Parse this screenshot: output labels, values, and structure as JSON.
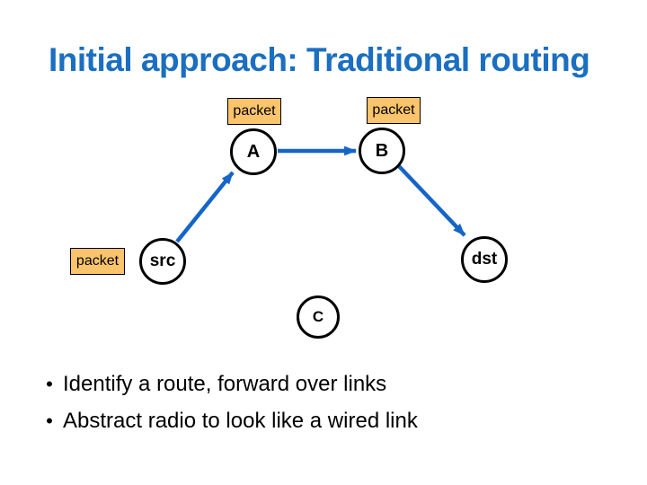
{
  "slide": {
    "title": "Initial approach: Traditional routing",
    "title_color": "#1B6FC1",
    "bullet_glyph": "•",
    "bullets": [
      {
        "text": "Identify a route, forward over links"
      },
      {
        "text": "Abstract radio to look like a wired link"
      }
    ]
  },
  "diagram": {
    "packet_label": "packet",
    "packet_fill_color": "#FAC46C",
    "arrow_color": "#1565C8",
    "node_stroke_color": "#000000",
    "nodes": [
      {
        "id": "A",
        "label": "A"
      },
      {
        "id": "B",
        "label": "B"
      },
      {
        "id": "src",
        "label": "src"
      },
      {
        "id": "dst",
        "label": "dst"
      },
      {
        "id": "C",
        "label": "C"
      }
    ],
    "edges": [
      {
        "from": "src",
        "to": "A"
      },
      {
        "from": "A",
        "to": "B"
      },
      {
        "from": "B",
        "to": "dst"
      }
    ]
  }
}
